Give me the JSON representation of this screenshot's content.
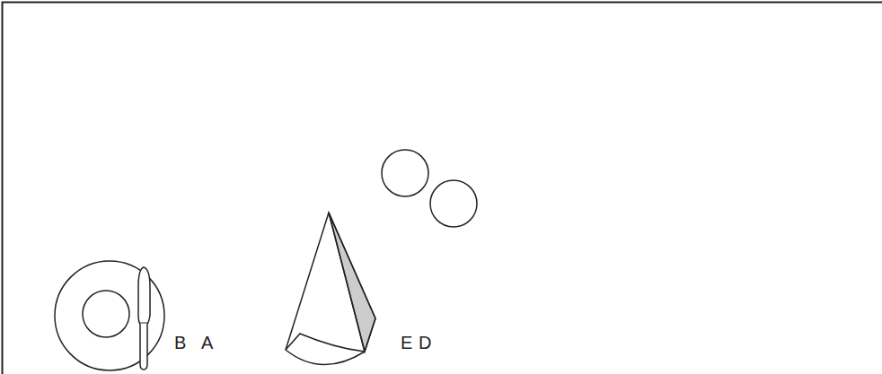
{
  "diagram": {
    "labels": [
      "B",
      "A",
      "E",
      "D"
    ]
  }
}
